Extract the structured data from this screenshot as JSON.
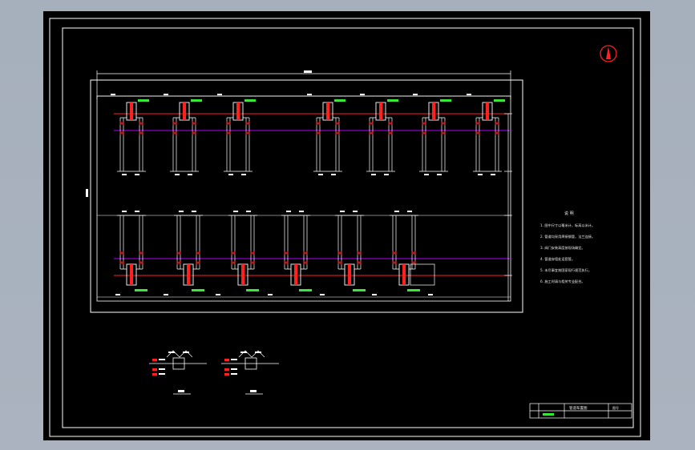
{
  "colors": {
    "background": "#a7b0bd",
    "sheet": "#000000",
    "lines": "#ffffff",
    "pipe_red": "#ff2020",
    "pipe_magenta": "#b000ff",
    "label_green": "#39e639",
    "north_symbol": "#ff2020"
  },
  "drawing": {
    "top_row_unit_count": 7,
    "bottom_row_unit_count": 6,
    "detail_count": 2
  },
  "notes": {
    "title": "说 明",
    "items": [
      "1. 图中尺寸以毫米计，标高以米计。",
      "2. 管道均采用焊接钢管，法兰连接。",
      "3. 阀门安装高度按现场确定。",
      "4. 管道穿墙处设套管。",
      "5. 未尽事宜按国家现行规范执行。",
      "6. 施工时请与相关专业配合。"
    ]
  },
  "title_block": {
    "drawing_name": "管道布置图",
    "sheet_label": "图号"
  },
  "icons": {
    "north_arrow": "north-arrow-icon"
  }
}
